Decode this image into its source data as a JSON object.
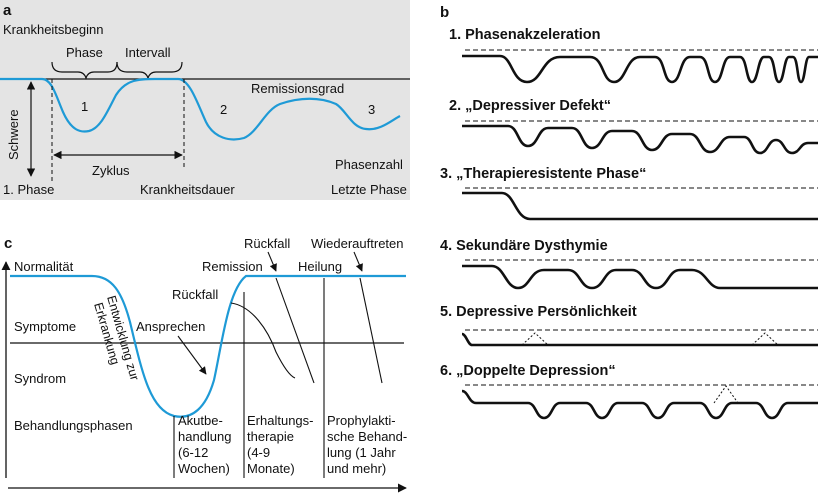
{
  "panel_a": {
    "letter": "a",
    "onset": "Krankheitsbeginn",
    "phase": "Phase",
    "interval": "Intervall",
    "remission_degree": "Remissionsgrad",
    "severity": "Schwere",
    "cycle": "Zyklus",
    "episode_1": "1",
    "episode_2": "2",
    "episode_3": "3",
    "phase_count": "Phasenzahl",
    "first_phase": "1. Phase",
    "duration": "Krankheitsdauer",
    "last_phase": "Letzte Phase",
    "background": "#e4e4e4",
    "curve_color": "#1e9ad6"
  },
  "panel_b": {
    "letter": "b",
    "items": [
      {
        "label": "1. Phasenakzeleration"
      },
      {
        "label": "2. „Depressiver Defekt“"
      },
      {
        "label": "3. „Therapieresistente Phase“"
      },
      {
        "label": "4. Sekundäre Dysthymie"
      },
      {
        "label": "5. Depressive Persönlichkeit"
      },
      {
        "label": "6. „Doppelte Depression“"
      }
    ]
  },
  "panel_c": {
    "letter": "c",
    "normality": "Normalität",
    "symptoms": "Symptome",
    "syndrome": "Syndrom",
    "treatment_phases": "Behandlungsphasen",
    "onset_line1": "Entwicklung zur",
    "onset_line2": "Erkrankung",
    "response": "Ansprechen",
    "relapse_left": "Rückfall",
    "relapse_top": "Rückfall",
    "recurrence": "Wiederauftreten",
    "remission": "Remission",
    "recovery": "Heilung",
    "acute": [
      "Akutbe-",
      "handlung",
      "(6-12",
      "Wochen)"
    ],
    "maintenance": [
      "Erhaltungs-",
      "therapie",
      "(4-9",
      "Monate)"
    ],
    "prophylactic": [
      "Prophylakti-",
      "sche Behand-",
      "lung (1 Jahr",
      "und mehr)"
    ],
    "curve_color": "#1e9ad6"
  }
}
